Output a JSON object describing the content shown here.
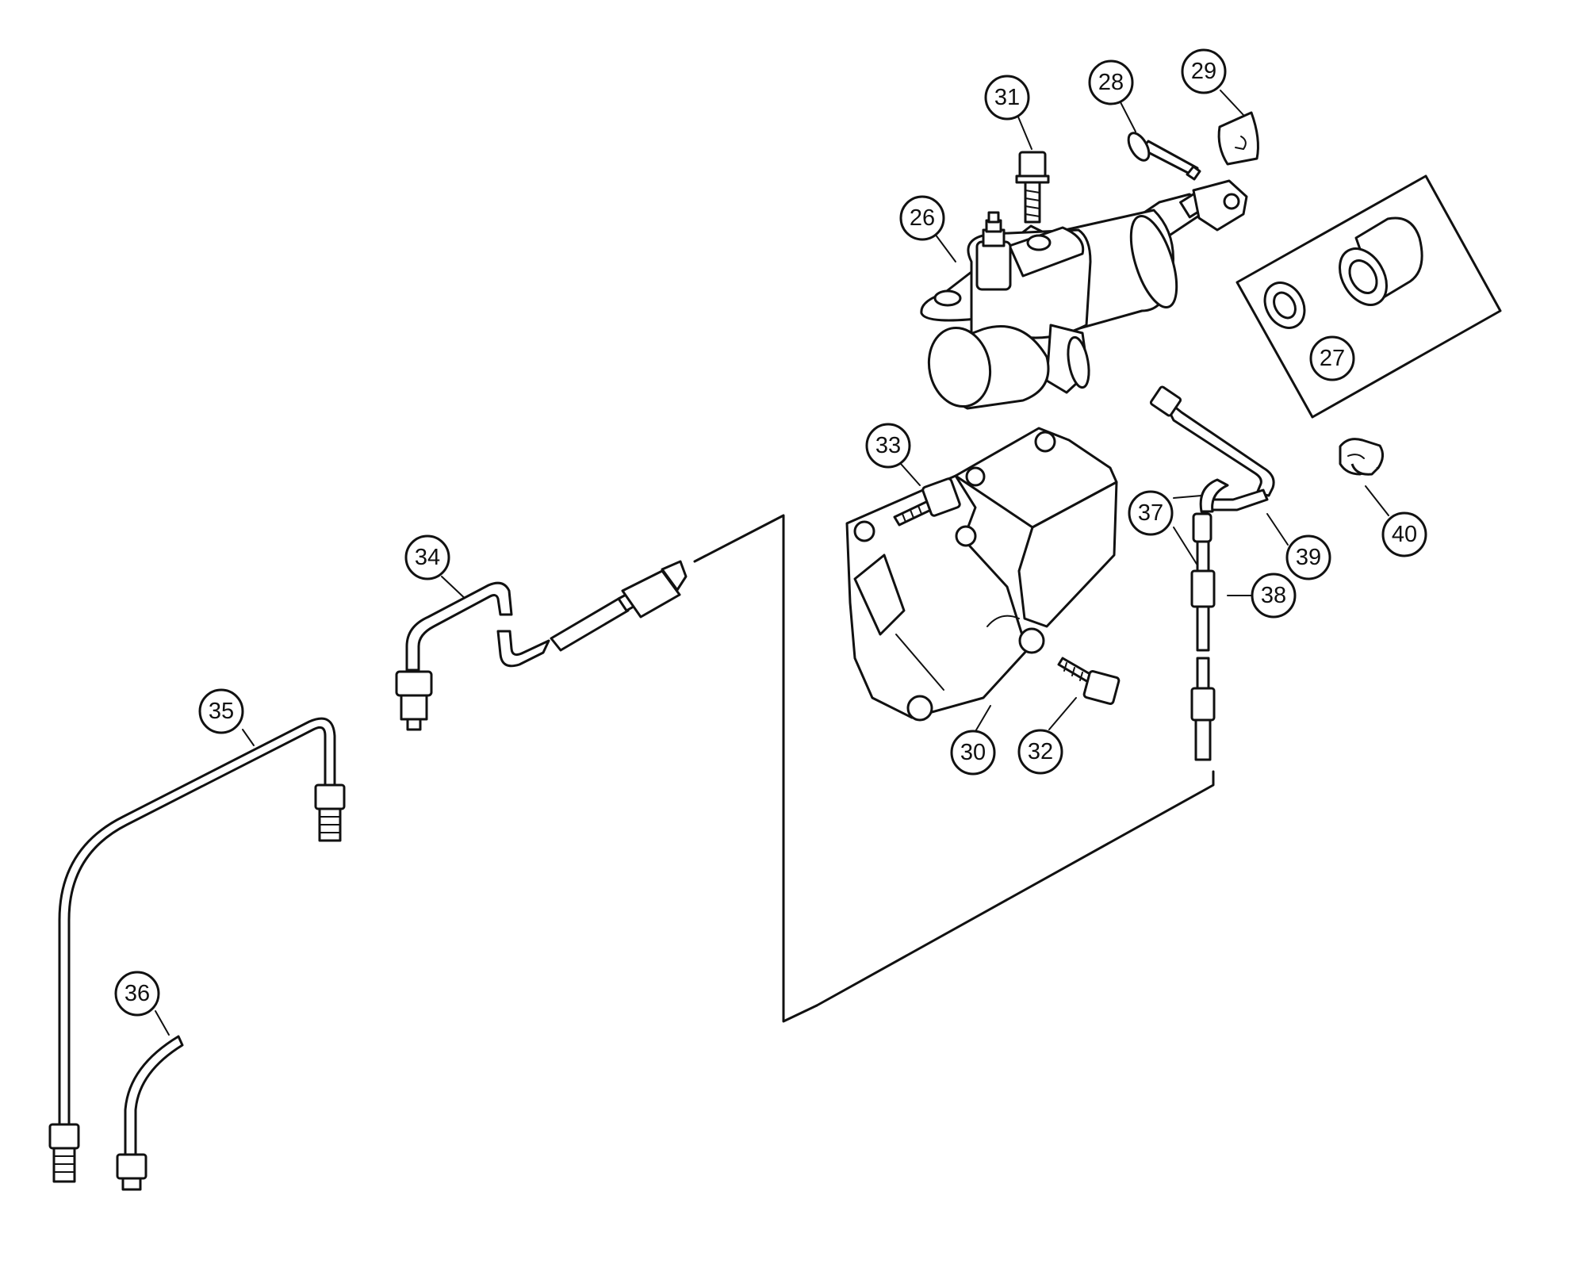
{
  "callouts": [
    {
      "id": "26",
      "label": "26"
    },
    {
      "id": "27",
      "label": "27"
    },
    {
      "id": "28",
      "label": "28"
    },
    {
      "id": "29",
      "label": "29"
    },
    {
      "id": "30",
      "label": "30"
    },
    {
      "id": "31",
      "label": "31"
    },
    {
      "id": "32",
      "label": "32"
    },
    {
      "id": "33",
      "label": "33"
    },
    {
      "id": "34",
      "label": "34"
    },
    {
      "id": "35",
      "label": "35"
    },
    {
      "id": "36",
      "label": "36"
    },
    {
      "id": "37",
      "label": "37"
    },
    {
      "id": "38",
      "label": "38"
    },
    {
      "id": "39",
      "label": "39"
    },
    {
      "id": "40",
      "label": "40"
    }
  ]
}
